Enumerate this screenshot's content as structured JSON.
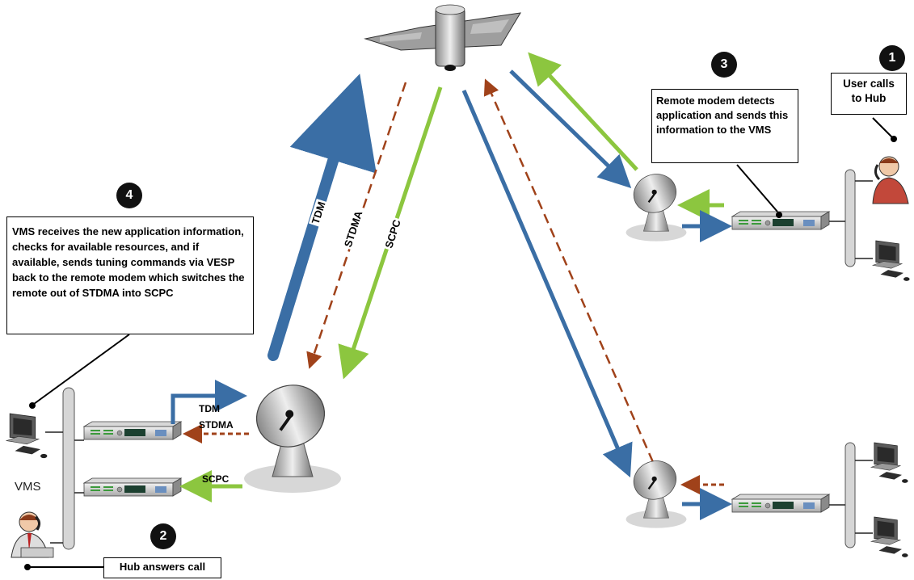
{
  "steps": {
    "step1": {
      "number": "1",
      "text": "User calls\nto Hub"
    },
    "step2": {
      "number": "2",
      "text": "Hub answers call"
    },
    "step3": {
      "number": "3",
      "text": "Remote modem detects application and sends this information to the VMS"
    },
    "step4": {
      "number": "4",
      "text": "VMS receives the new application information, checks for available resources, and if available, sends tuning commands via VESP back to the remote modem which switches the remote out of STDMA into SCPC"
    }
  },
  "labels": {
    "vms": "VMS",
    "hub_tdm": "TDM",
    "hub_stdma": "STDMA",
    "hub_scpc": "SCPC",
    "link_tdm": "TDM",
    "link_stdma": "STDMA",
    "link_scpc": "SCPC"
  },
  "colors": {
    "tdm": "#3a6ea5",
    "stdma": "#a0421a",
    "scpc": "#8cc63f"
  },
  "icons": {
    "satellite": "satellite-icon",
    "dish": "satellite-dish-icon",
    "modem": "modem-icon",
    "computer": "computer-icon",
    "person": "person-on-phone-icon"
  }
}
